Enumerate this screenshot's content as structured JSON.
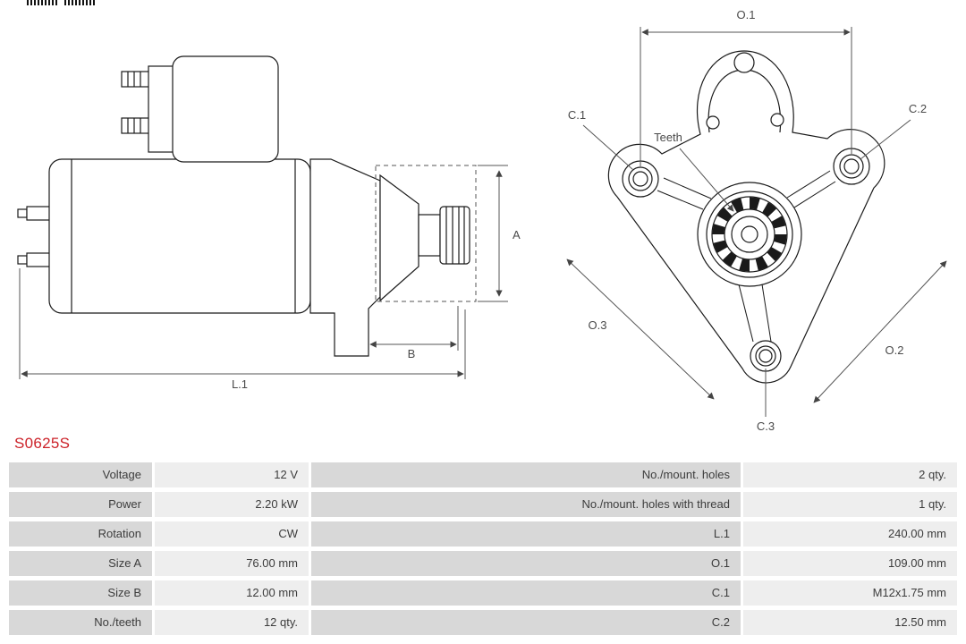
{
  "part_number": "S0625S",
  "accent_color": "#cc2229",
  "diagram": {
    "side": {
      "a": "A",
      "b": "B",
      "l1": "L.1"
    },
    "front": {
      "o1": "O.1",
      "o2": "O.2",
      "o3": "O.3",
      "c1": "C.1",
      "c2": "C.2",
      "c3": "C.3",
      "teeth": "Teeth"
    }
  },
  "table": {
    "rows": [
      {
        "label1": "Voltage",
        "value1": "12 V",
        "label2": "No./mount. holes",
        "value2": "2 qty."
      },
      {
        "label1": "Power",
        "value1": "2.20 kW",
        "label2": "No./mount. holes with thread",
        "value2": "1 qty."
      },
      {
        "label1": "Rotation",
        "value1": "CW",
        "label2": "L.1",
        "value2": "240.00 mm"
      },
      {
        "label1": "Size A",
        "value1": "76.00 mm",
        "label2": "O.1",
        "value2": "109.00 mm"
      },
      {
        "label1": "Size B",
        "value1": "12.00 mm",
        "label2": "C.1",
        "value2": "M12x1.75 mm"
      },
      {
        "label1": "No./teeth",
        "value1": "12 qty.",
        "label2": "C.2",
        "value2": "12.50 mm"
      }
    ]
  }
}
